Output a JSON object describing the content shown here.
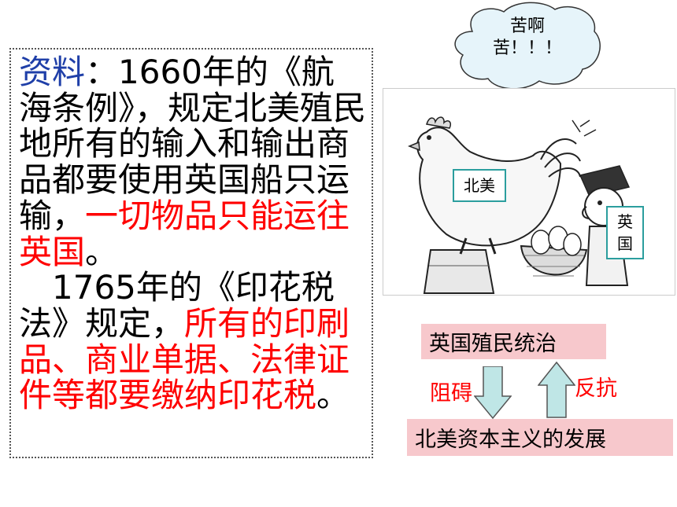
{
  "material": {
    "p1_prefix_label": "资料",
    "p1_colon": "：",
    "p1_black": "1660年的《航海条例》，规定北美殖民地所有的输入和输出商品都要使用英国船只运输，",
    "p1_red": "一切物品只能运往英国",
    "p1_end": "。",
    "p2_indent": "　",
    "p2_black": "1765年的《印花税法》规定，",
    "p2_red": "所有的印刷品、商业单据、法律证件等都要缴纳印花税",
    "p2_end": "。"
  },
  "cartoon": {
    "thought_bubble_line1": "苦啊",
    "thought_bubble_line2": "苦！！！",
    "label_north_america": "北美",
    "label_britain_line1": "英",
    "label_britain_line2": "国"
  },
  "relation": {
    "top_box": "英国殖民统治",
    "bottom_box": "北美资本主义的发展",
    "down_label": "阻碍",
    "up_label": "反抗",
    "arrow_color": "#bfe6e6",
    "box_color": "#f7c8cc"
  }
}
